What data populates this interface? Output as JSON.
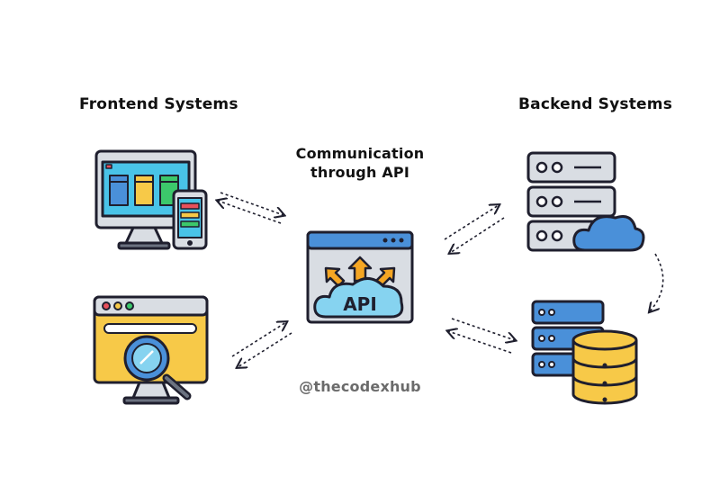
{
  "diagram": {
    "frontend_title": "Frontend Systems",
    "backend_title": "Backend Systems",
    "center_title_line1": "Communication",
    "center_title_line2": "through API",
    "api_label": "API",
    "handle": "@thecodexhub"
  },
  "colors": {
    "outline": "#1f1f2e",
    "blue": "#4a90d9",
    "cyan": "#49c3e8",
    "light_cyan": "#86d3f0",
    "yellow": "#f7c948",
    "orange": "#f5a623",
    "red": "#e8505b",
    "green": "#3cc86b",
    "gray": "#d9dde3",
    "dark_gray": "#6b7280"
  },
  "icons": [
    "desktop-mobile-icon",
    "browser-search-icon",
    "api-cloud-icon",
    "server-cloud-icon",
    "server-database-icon"
  ]
}
